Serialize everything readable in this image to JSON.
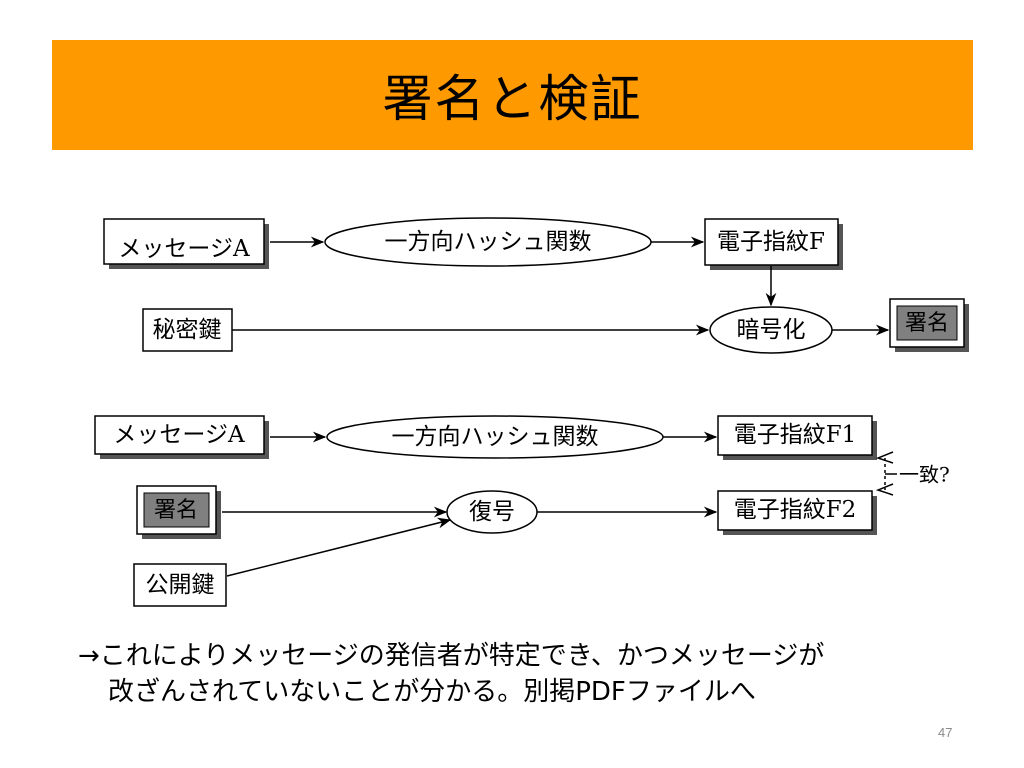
{
  "slide": {
    "title": "署名と検証",
    "caption_line1": "→これによりメッセージの発信者が特定でき、かつメッセージが",
    "caption_line2": "改ざんされていないことが分かる。別掲PDFファイルへ",
    "page_number": "47"
  },
  "signing": {
    "message": "メッセージA",
    "hash_function": "一方向ハッシュ関数",
    "digest": "電子指紋F",
    "private_key": "秘密鍵",
    "encrypt": "暗号化",
    "signature": "署名"
  },
  "verification": {
    "message": "メッセージA",
    "hash_function": "一方向ハッシュ関数",
    "digest_f1": "電子指紋F1",
    "signature": "署名",
    "decrypt": "復号",
    "digest_f2": "電子指紋F2",
    "public_key": "公開鍵",
    "match_label": "一致?"
  },
  "colors": {
    "title_bar": "#ff9900",
    "signature_fill": "#808080"
  }
}
